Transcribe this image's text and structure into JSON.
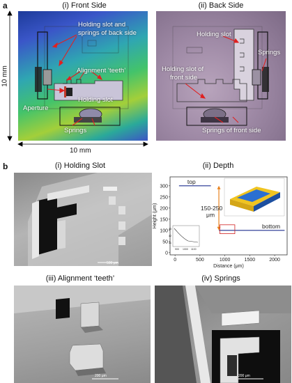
{
  "panel_a": {
    "letter": "a",
    "front_caption": "(i) Front Side",
    "back_caption": "(ii) Back Side",
    "dim_vertical": "10 mm",
    "dim_horizontal": "10 mm",
    "front_labels": {
      "holding_slot_springs_line1": "Holding slot and",
      "holding_slot_springs_line2": "springs of back side",
      "alignment_teeth": "Alignment ‘teeth’",
      "holding_slot": "Holding slot",
      "aperture": "Aperture",
      "springs": "Springs"
    },
    "back_labels": {
      "holding_slot": "Holding slot",
      "springs": "Springs",
      "holding_slot_front_line1": "Holding slot of",
      "holding_slot_front_line2": "front side",
      "springs_front": "Springs of front side"
    }
  },
  "panel_b": {
    "letter": "b",
    "holding_slot_caption": "(i) Holding Slot",
    "depth_caption": "(ii) Depth",
    "teeth_caption": "(iii) Alignment ‘teeth’",
    "springs_caption": "(iv) Springs",
    "scalebar_holding": "500 μm",
    "scalebar_teeth": "200 μm",
    "scalebar_springs": "200 μm"
  },
  "chart_data": {
    "type": "line",
    "xlabel": "Distance (μm)",
    "ylabel": "Height (μm)",
    "xlim": [
      -100,
      2250
    ],
    "ylim": [
      -10,
      340
    ],
    "xticks": [
      "0",
      "500",
      "1000",
      "1500",
      "2000"
    ],
    "xtick_values": [
      0,
      500,
      1000,
      1500,
      2000
    ],
    "yticks": [
      "0",
      "50",
      "100",
      "150",
      "200",
      "250",
      "300"
    ],
    "ytick_values": [
      0,
      50,
      100,
      150,
      200,
      250,
      300
    ],
    "series": [
      {
        "label": "top",
        "x": [
          80,
          720
        ],
        "y": [
          300,
          300
        ],
        "color": "#1f2f8f"
      },
      {
        "label": "bottom",
        "x": [
          880,
          2200
        ],
        "y": [
          100,
          100
        ],
        "color": "#1f2f8f"
      }
    ],
    "annotation_line1": "150-250",
    "annotation_line2": "μm",
    "annotation_color": "#e8821e",
    "inset_xticks": [
      "900",
      "1000",
      "1100"
    ],
    "inset_yticks": [
      "43",
      "42",
      "41"
    ]
  }
}
